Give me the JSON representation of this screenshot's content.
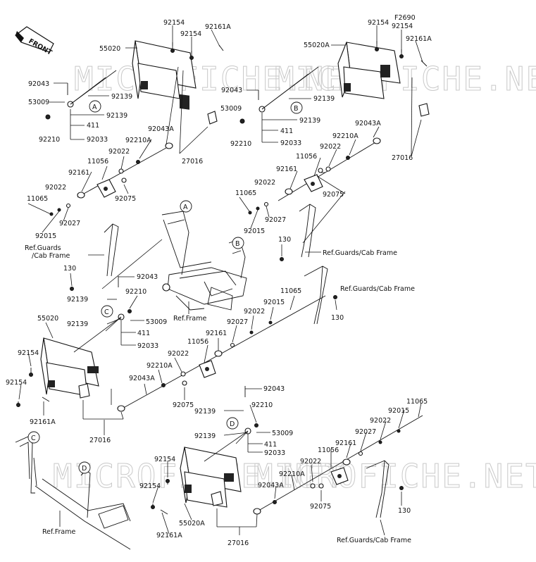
{
  "front_marker": "FRONT",
  "watermark": "MICROFICHE.NET",
  "callouts": {
    "a": "A",
    "b": "B",
    "c": "C",
    "d": "D"
  },
  "labels": {
    "p92154_a": "92154",
    "p92154_b": "92154",
    "p92161A_1": "92161A",
    "p55020_1": "55020",
    "p92043_1": "92043",
    "p92139_1": "92139",
    "p53009_1": "53009",
    "p92139_2": "92139",
    "p411_1": "411",
    "p92210_1": "92210",
    "p92033_1": "92033",
    "p92043A_1": "92043A",
    "p27016_1": "27016",
    "p92210A_1": "92210A",
    "p92022_1": "92022",
    "p11056_1": "11056",
    "p92161_1": "92161",
    "p92022_2": "92022",
    "p11065_1": "11065",
    "p92075_1": "92075",
    "p92027_1": "92027",
    "p92015_1": "92015",
    "ref_guards_1a": "Ref.Guards",
    "ref_guards_1b": "/Cab Frame",
    "p130_1": "130",
    "p92154_c": "92154",
    "pF2690": "F2690",
    "p92154_d": "92154",
    "p92161A_2": "92161A",
    "p55020A_1": "55020A",
    "p92043_2": "92043",
    "p53009_2": "53009",
    "p92139_3": "92139",
    "p92139_4": "92139",
    "p411_2": "411",
    "p92210_2": "92210",
    "p92033_2": "92033",
    "p92043A_2": "92043A",
    "p92210A_2": "92210A",
    "p92022_3": "92022",
    "p11056_2": "11056",
    "p27016_2": "27016",
    "p92161_2": "92161",
    "p92022_4": "92022",
    "p11065_2": "11065",
    "p92075_2": "92075",
    "p92027_2": "92027",
    "p92015_2": "92015",
    "p130_2": "130",
    "ref_guards_2": "Ref.Guards/Cab Frame",
    "ref_frame_1": "Ref.Frame",
    "p92043_3": "92043",
    "p92210_3": "92210",
    "p92139_5": "92139",
    "p53009_3": "53009",
    "p92139_6": "92139",
    "p411_3": "411",
    "p92033_3": "92033",
    "p55020_2": "55020",
    "p11065_3": "11065",
    "p92015_3": "92015",
    "p92022_5": "92022",
    "p92027_3": "92027",
    "p92161_3": "92161",
    "p11056_3": "11056",
    "p92022_6": "92022",
    "p92210A_3": "92210A",
    "p92043A_3": "92043A",
    "p92075_3": "92075",
    "p92154_e": "92154",
    "p92154_f": "92154",
    "p92161A_3": "92161A",
    "p27016_3": "27016",
    "ref_guards_3": "Ref.Guards/Cab Frame",
    "p130_3": "130",
    "p92043_4": "92043",
    "p92210_4": "92210",
    "p92139_7": "92139",
    "p53009_4": "53009",
    "p92139_8": "92139",
    "p411_4": "411",
    "p92033_4": "92033",
    "p11065_4": "11065",
    "p92015_4": "92015",
    "p92022_7": "92022",
    "p92027_4": "92027",
    "p92161_4": "92161",
    "p11056_4": "11056",
    "p92022_8": "92022",
    "p92210A_4": "92210A",
    "p92043A_4": "92043A",
    "p92075_4": "92075",
    "p92154_g": "92154",
    "p92154_h": "92154",
    "p55020A_2": "55020A",
    "p92161A_4": "92161A",
    "p27016_4": "27016",
    "ref_frame_2": "Ref.Frame",
    "ref_guards_4": "Ref.Guards/Cab Frame",
    "p130_4": "130"
  }
}
